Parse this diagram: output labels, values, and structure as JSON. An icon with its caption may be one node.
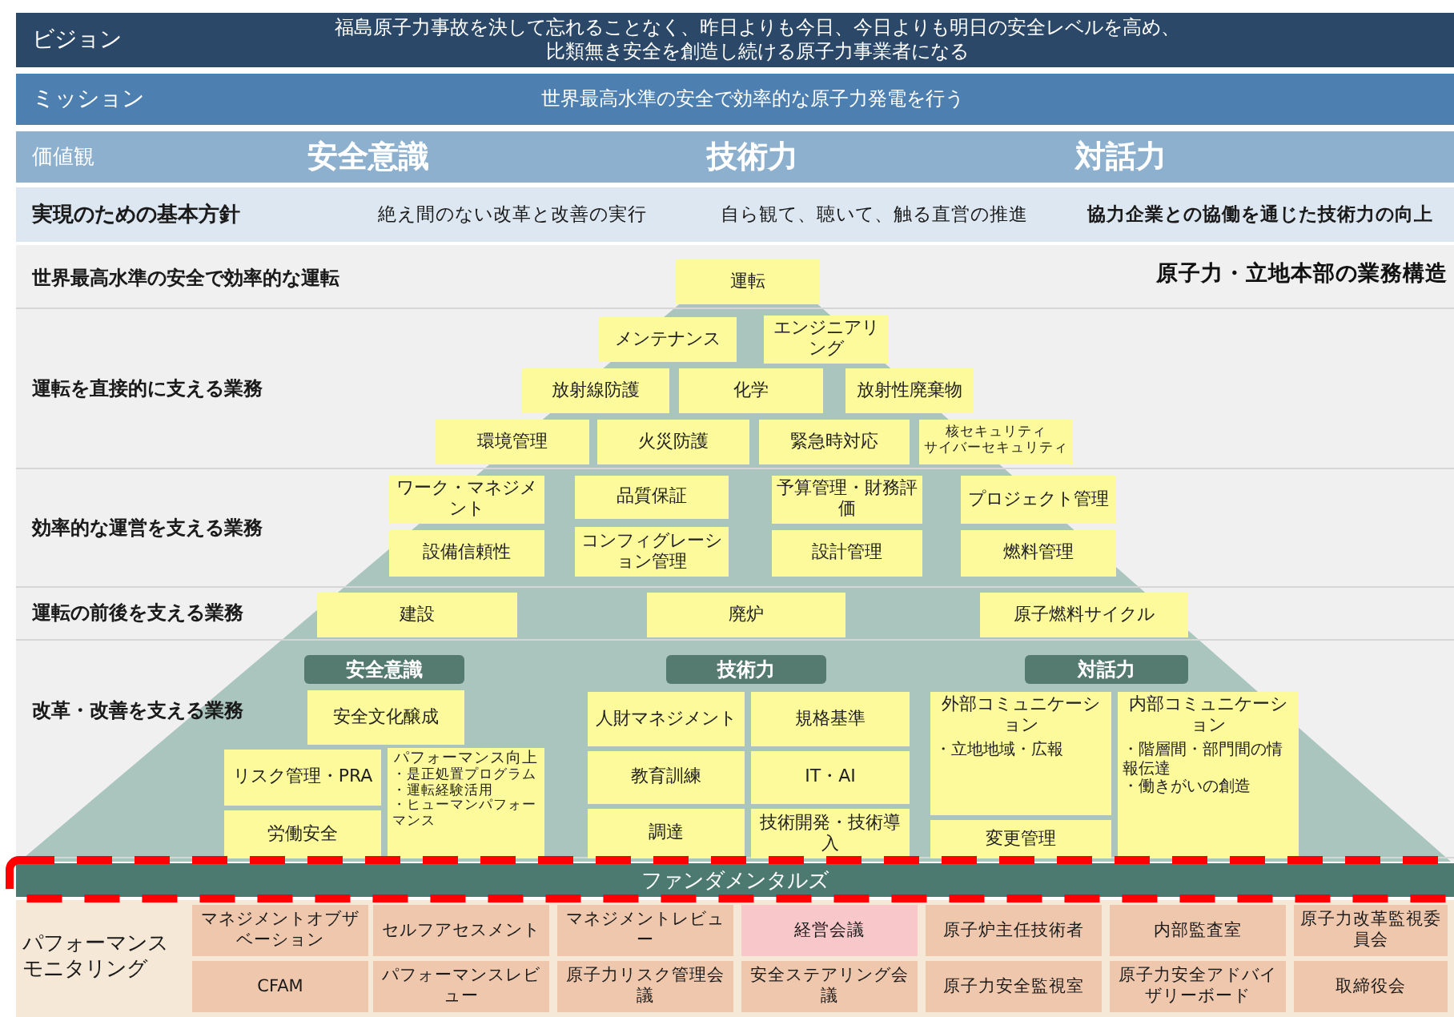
{
  "diagram": {
    "nodes": [
      {
        "text": [
          "ビジョン",
          "福島原子力事故を決して忘れることなく、昨日よりも今日、今日よりも明日の安全レベルを高め、比類無き安全を創造し続ける原子力事業者になる"
        ]
      },
      {
        "text": [
          "ミッション",
          "世界最高水準の安全で効率的な原子力発電を行う"
        ]
      },
      {
        "text": [
          "価値観",
          "安全意識",
          "技術力",
          "対話力"
        ]
      },
      {
        "text": [
          "実現のための基本方針",
          "絶え間のない改革と改善の実行",
          "自ら観て、聴いて、触る直営の推進",
          "協力企業との協働を通じた技術力の向上"
        ]
      },
      {
        "text": [
          "世界最高水準の安全で効率的な運転"
        ]
      },
      {
        "text": [
          "運転"
        ],
        "in": 4
      },
      {
        "text": [
          "運転を直接的に支える業務"
        ]
      },
      {
        "text": [
          "メンテナンス"
        ],
        "in": 6
      },
      {
        "text": [
          "エンジニアリング"
        ],
        "in": 6
      },
      {
        "text": [
          "放射線防護"
        ],
        "in": 6
      },
      {
        "text": [
          "化学"
        ],
        "in": 6
      },
      {
        "text": [
          "放射性廃棄物"
        ],
        "in": 6
      },
      {
        "text": [
          "環境管理"
        ],
        "in": 6
      },
      {
        "text": [
          "火災防護"
        ],
        "in": 6
      },
      {
        "text": [
          "緊急時対応"
        ],
        "in": 6
      },
      {
        "text": [
          "核セキュリティ",
          "サイバーセキュリティ"
        ],
        "in": 6
      },
      {
        "text": [
          "効率的な運営を支える業務"
        ]
      },
      {
        "text": [
          "ワーク・マネジメント"
        ],
        "in": 16
      },
      {
        "text": [
          "品質保証"
        ],
        "in": 16
      },
      {
        "text": [
          "予算管理・財務評価"
        ],
        "in": 16
      },
      {
        "text": [
          "プロジェクト管理"
        ],
        "in": 16
      },
      {
        "text": [
          "設備信頼性"
        ],
        "in": 16
      },
      {
        "text": [
          "コンフィグレーション管理"
        ],
        "in": 16
      },
      {
        "text": [
          "設計管理"
        ],
        "in": 16
      },
      {
        "text": [
          "燃料管理"
        ],
        "in": 16
      },
      {
        "text": [
          "運転の前後を支える業務"
        ]
      },
      {
        "text": [
          "建設"
        ],
        "in": 25
      },
      {
        "text": [
          "廃炉"
        ],
        "in": 25
      },
      {
        "text": [
          "原子燃料サイクル"
        ],
        "in": 25
      },
      {
        "text": [
          "改革・改善を支える業務"
        ]
      },
      {
        "text": [
          "安全意識"
        ],
        "in": 29
      },
      {
        "text": [
          "技術力"
        ],
        "in": 29
      },
      {
        "text": [
          "対話力"
        ],
        "in": 29
      },
      {
        "text": [
          "安全文化醸成"
        ],
        "in": 29
      },
      {
        "text": [
          "リスク管理・PRA"
        ],
        "in": 29
      },
      {
        "text": [
          "パフォーマンス向上",
          "・是正処置プログラム",
          "・運転経験活用",
          "・ヒューマンパフォーマンス"
        ],
        "in": 29
      },
      {
        "text": [
          "労働安全"
        ],
        "in": 29
      },
      {
        "text": [
          "人財マネジメント"
        ],
        "in": 29
      },
      {
        "text": [
          "教育訓練"
        ],
        "in": 29
      },
      {
        "text": [
          "調達"
        ],
        "in": 29
      },
      {
        "text": [
          "規格基準"
        ],
        "in": 29
      },
      {
        "text": [
          "IT・AI"
        ],
        "in": 29
      },
      {
        "text": [
          "技術開発・技術導入"
        ],
        "in": 29
      },
      {
        "text": [
          "外部コミュニケーション",
          "・立地地域・広報"
        ],
        "in": 29
      },
      {
        "text": [
          "変更管理"
        ],
        "in": 29
      },
      {
        "text": [
          "内部コミュニケーション",
          "・階層間・部門間の情報伝達",
          "・働きがいの創造"
        ],
        "in": 29
      },
      {
        "text": [
          "ファンダメンタルズ"
        ]
      },
      {
        "text": [
          "パフォーマンスモニタリング"
        ]
      },
      {
        "text": [
          "マネジメントオブザベーション"
        ],
        "in": 47
      },
      {
        "text": [
          "セルフアセスメント"
        ],
        "in": 47
      },
      {
        "text": [
          "マネジメントレビュー"
        ],
        "in": 47
      },
      {
        "text": [
          "経営会議"
        ],
        "in": 47
      },
      {
        "text": [
          "原子炉主任技術者"
        ],
        "in": 47
      },
      {
        "text": [
          "内部監査室"
        ],
        "in": 47
      },
      {
        "text": [
          "原子力改革監視委員会"
        ],
        "in": 47
      },
      {
        "text": [
          "CFAM"
        ],
        "in": 47
      },
      {
        "text": [
          "パフォーマンスレビュー"
        ],
        "in": 47
      },
      {
        "text": [
          "原子力リスク管理会議"
        ],
        "in": 47
      },
      {
        "text": [
          "安全ステアリング会議"
        ],
        "in": 47
      },
      {
        "text": [
          "原子力安全監視室"
        ],
        "in": 47
      },
      {
        "text": [
          "原子力安全アドバイザリーボード"
        ],
        "in": 47
      },
      {
        "text": [
          "取締役会"
        ],
        "in": 47
      }
    ],
    "labels": [
      "原子力・立地本部の業務構造"
    ]
  }
}
